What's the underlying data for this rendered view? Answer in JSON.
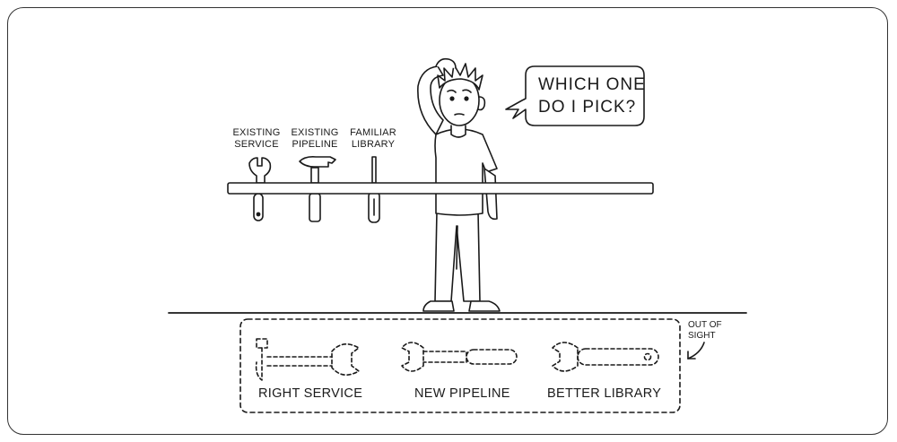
{
  "shelf_tools": [
    {
      "label_line1": "EXISTING",
      "label_line2": "SERVICE",
      "icon": "wrench-icon"
    },
    {
      "label_line1": "EXISTING",
      "label_line2": "PIPELINE",
      "icon": "hammer-icon"
    },
    {
      "label_line1": "FAMILIAR",
      "label_line2": "LIBRARY",
      "icon": "screwdriver-icon"
    }
  ],
  "speech_bubble": {
    "line1": "WHICH ONE",
    "line2": "DO I PICK?"
  },
  "hidden_tools": [
    {
      "label": "RIGHT SERVICE",
      "icon": "hammer-wrench-outline-icon"
    },
    {
      "label": "NEW PIPELINE",
      "icon": "wrench-outline-icon"
    },
    {
      "label": "BETTER LIBRARY",
      "icon": "wrench-outline-icon"
    }
  ],
  "out_of_sight": {
    "line1": "OUT OF",
    "line2": "SIGHT"
  }
}
